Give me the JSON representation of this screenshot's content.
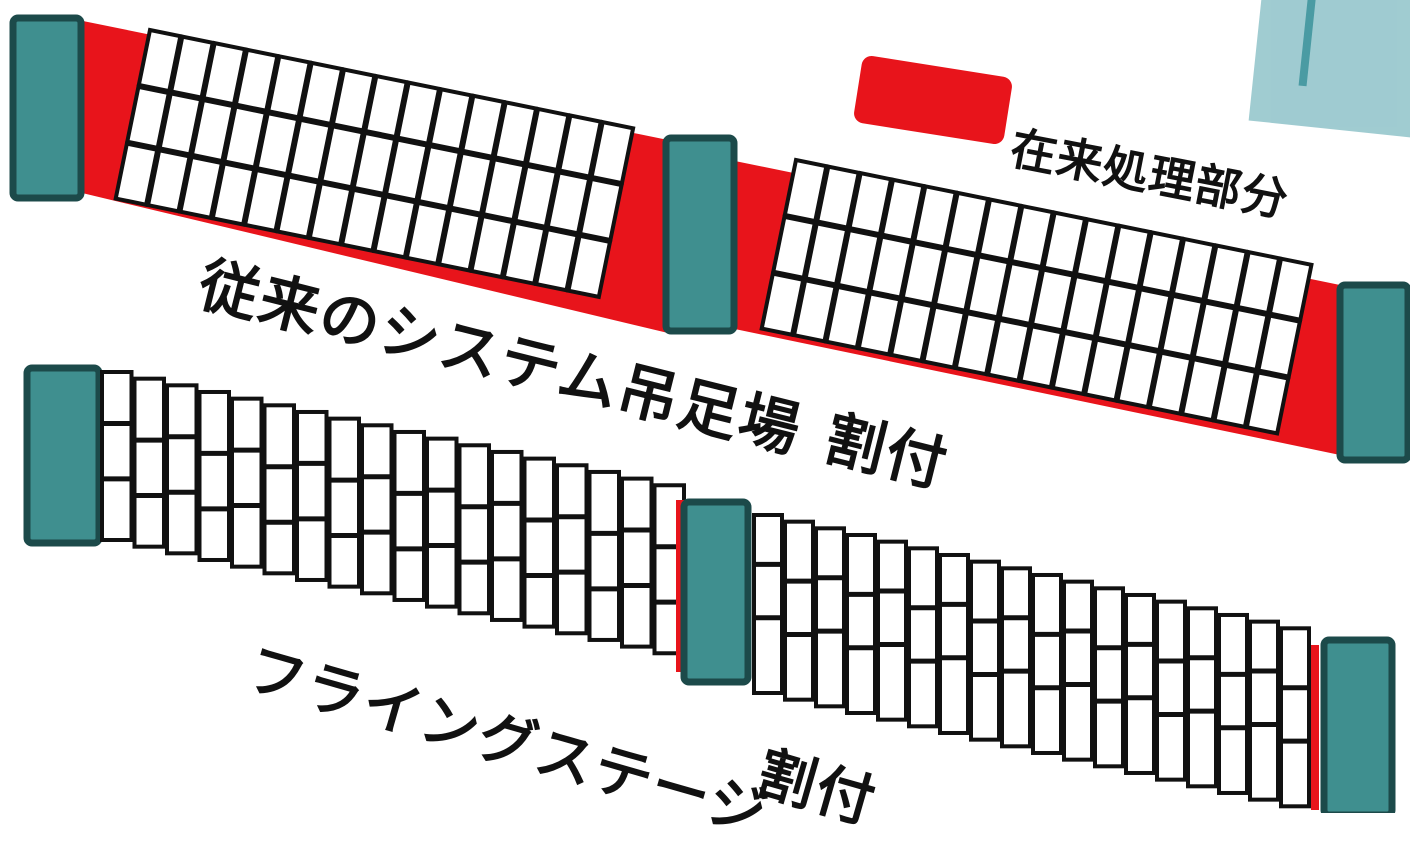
{
  "colors": {
    "conventional_area": "#e8141b",
    "column_fill": "#3f8f8f",
    "column_border": "#1c4a4a",
    "plank_fill": "#ffffff",
    "plank_border": "#111111",
    "deco": "#8fc3c9"
  },
  "legend": {
    "label": "在来処理部分"
  },
  "conventional": {
    "caption_main": "従来のシステム吊足場",
    "caption_sub": "割付"
  },
  "flying": {
    "caption_main": "フライングステージ",
    "caption_sub": "割付"
  }
}
